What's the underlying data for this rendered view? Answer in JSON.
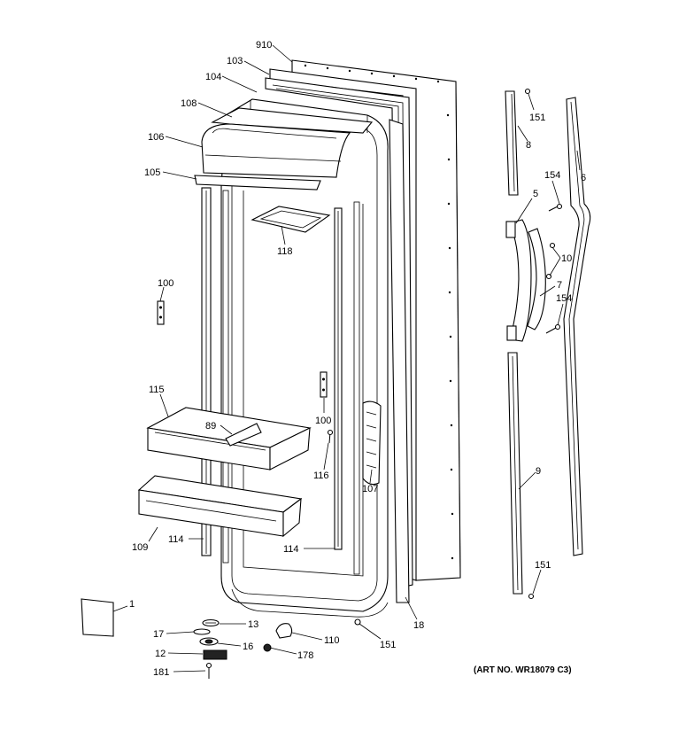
{
  "diagram": {
    "art_number": "(ART NO. WR18079 C3)",
    "callouts": {
      "c910": "910",
      "c103": "103",
      "c104": "104",
      "c108": "108",
      "c106": "106",
      "c105": "105",
      "c118": "118",
      "c100a": "100",
      "c100b": "100",
      "c115": "115",
      "c89": "89",
      "c116": "116",
      "c107": "107",
      "c109": "109",
      "c114a": "114",
      "c114b": "114",
      "c18": "18",
      "c151a": "151",
      "c151b": "151",
      "c151c": "151",
      "c110": "110",
      "c178": "178",
      "c1": "1",
      "c13": "13",
      "c17": "17",
      "c16": "16",
      "c12": "12",
      "c181": "181",
      "c8": "8",
      "c6": "6",
      "c5": "5",
      "c154a": "154",
      "c154b": "154",
      "c10": "10",
      "c7": "7",
      "c9": "9"
    }
  }
}
